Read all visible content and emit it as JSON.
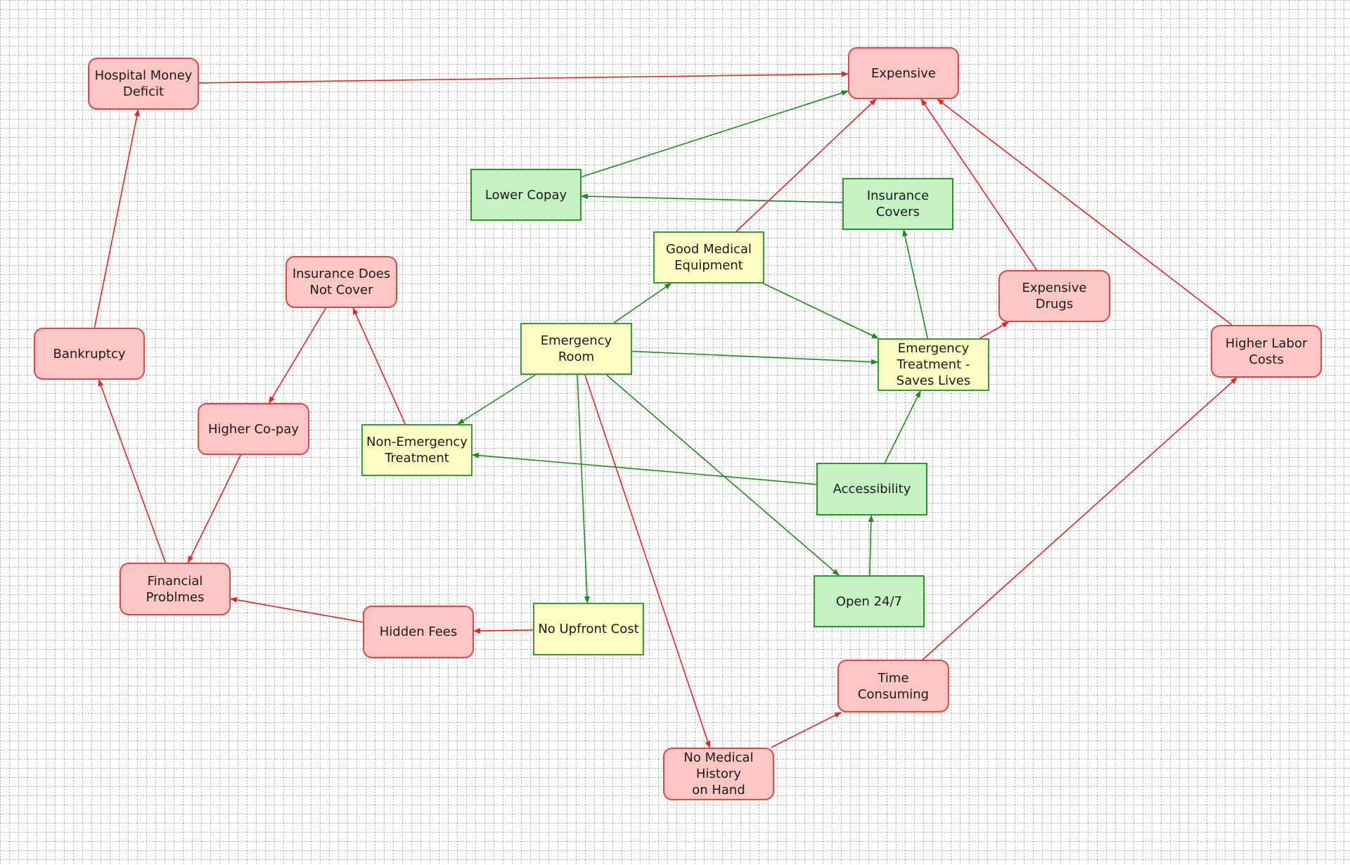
{
  "colors": {
    "negative_fill": "#ffc6c6",
    "negative_border": "#e04848",
    "positive_fill": "#c4f2c4",
    "positive_border": "#2a962a",
    "central_fill": "#ffffc4",
    "central_border": "#3c9a3c",
    "negative_link": "#e02626",
    "positive_link": "#1f8a1f",
    "grid_dot": "#b5b5b5"
  },
  "nodes": {
    "hospital_money_deficit": {
      "label": "Hospital Money\nDeficit",
      "category": "negative"
    },
    "expensive": {
      "label": "Expensive",
      "category": "negative"
    },
    "lower_copay": {
      "label": "Lower Copay",
      "category": "positive"
    },
    "insurance_covers": {
      "label": "Insurance Covers",
      "category": "positive"
    },
    "good_medical_equipment": {
      "label": "Good Medical\nEquipment",
      "category": "central"
    },
    "insurance_does_not_cover": {
      "label": "Insurance Does\nNot Cover",
      "category": "negative"
    },
    "expensive_drugs": {
      "label": "Expensive Drugs",
      "category": "negative"
    },
    "bankruptcy": {
      "label": "Bankruptcy",
      "category": "negative"
    },
    "emergency_room": {
      "label": "Emergency Room",
      "category": "central"
    },
    "emergency_treatment": {
      "label": "Emergency\nTreatment -\nSaves Lives",
      "category": "central"
    },
    "higher_labor_costs": {
      "label": "Higher Labor\nCosts",
      "category": "negative"
    },
    "higher_copay": {
      "label": "Higher Co-pay",
      "category": "negative"
    },
    "non_emergency_treatment": {
      "label": "Non-Emergency\nTreatment",
      "category": "central"
    },
    "accessibility": {
      "label": "Accessibility",
      "category": "positive"
    },
    "financial_problems": {
      "label": "Financial Problmes",
      "category": "negative"
    },
    "open_24_7": {
      "label": "Open 24/7",
      "category": "positive"
    },
    "hidden_fees": {
      "label": "Hidden Fees",
      "category": "negative"
    },
    "no_upfront_cost": {
      "label": "No Upfront Cost",
      "category": "central"
    },
    "time_consuming": {
      "label": "Time Consuming",
      "category": "negative"
    },
    "no_medical_history": {
      "label": "No Medical History\non Hand",
      "category": "negative"
    }
  },
  "links": [
    {
      "from": "hospital_money_deficit",
      "to": "expensive",
      "polarity": "negative"
    },
    {
      "from": "lower_copay",
      "to": "expensive",
      "polarity": "positive"
    },
    {
      "from": "good_medical_equipment",
      "to": "expensive",
      "polarity": "negative"
    },
    {
      "from": "expensive_drugs",
      "to": "expensive",
      "polarity": "negative"
    },
    {
      "from": "higher_labor_costs",
      "to": "expensive",
      "polarity": "negative"
    },
    {
      "from": "insurance_covers",
      "to": "lower_copay",
      "polarity": "positive"
    },
    {
      "from": "emergency_treatment",
      "to": "insurance_covers",
      "polarity": "positive"
    },
    {
      "from": "emergency_room",
      "to": "good_medical_equipment",
      "polarity": "positive"
    },
    {
      "from": "good_medical_equipment",
      "to": "emergency_treatment",
      "polarity": "positive"
    },
    {
      "from": "emergency_treatment",
      "to": "expensive_drugs",
      "polarity": "negative"
    },
    {
      "from": "emergency_room",
      "to": "emergency_treatment",
      "polarity": "positive"
    },
    {
      "from": "emergency_room",
      "to": "non_emergency_treatment",
      "polarity": "positive"
    },
    {
      "from": "emergency_room",
      "to": "no_upfront_cost",
      "polarity": "positive"
    },
    {
      "from": "emergency_room",
      "to": "open_24_7",
      "polarity": "positive"
    },
    {
      "from": "emergency_room",
      "to": "no_medical_history",
      "polarity": "negative"
    },
    {
      "from": "non_emergency_treatment",
      "to": "insurance_does_not_cover",
      "polarity": "negative"
    },
    {
      "from": "insurance_does_not_cover",
      "to": "higher_copay",
      "polarity": "negative"
    },
    {
      "from": "higher_copay",
      "to": "financial_problems",
      "polarity": "negative"
    },
    {
      "from": "financial_problems",
      "to": "bankruptcy",
      "polarity": "negative"
    },
    {
      "from": "bankruptcy",
      "to": "hospital_money_deficit",
      "polarity": "negative"
    },
    {
      "from": "accessibility",
      "to": "non_emergency_treatment",
      "polarity": "positive"
    },
    {
      "from": "accessibility",
      "to": "emergency_treatment",
      "polarity": "positive"
    },
    {
      "from": "open_24_7",
      "to": "accessibility",
      "polarity": "positive"
    },
    {
      "from": "no_upfront_cost",
      "to": "hidden_fees",
      "polarity": "negative"
    },
    {
      "from": "hidden_fees",
      "to": "financial_problems",
      "polarity": "negative"
    },
    {
      "from": "no_medical_history",
      "to": "time_consuming",
      "polarity": "negative"
    },
    {
      "from": "time_consuming",
      "to": "higher_labor_costs",
      "polarity": "negative"
    }
  ]
}
